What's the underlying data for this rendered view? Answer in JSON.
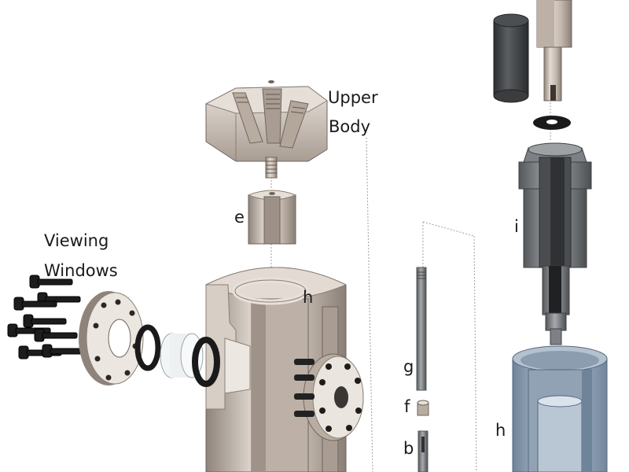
{
  "labels": {
    "upper_body_line1": "Upper",
    "upper_body_line2": "Body",
    "viewing_line1": "Viewing",
    "viewing_line2": "Windows",
    "e": "e",
    "h_top": "h",
    "i": "i",
    "g": "g",
    "f": "f",
    "b": "b",
    "h_right": "h"
  },
  "colors": {
    "metal": "#c9beb4",
    "metal_light": "#e6dfd8",
    "metal_dark": "#8f847b",
    "cut_face": "#d7cec6",
    "rubber": "#1a1a1a",
    "steel_gray": "#6e7174",
    "steel_light": "#9ea1a4",
    "blue_cup": "#a9b8c8",
    "blue_cup_dark": "#6f8399",
    "glass": "#eef1f2",
    "guide_line": "#9a9a9a"
  }
}
